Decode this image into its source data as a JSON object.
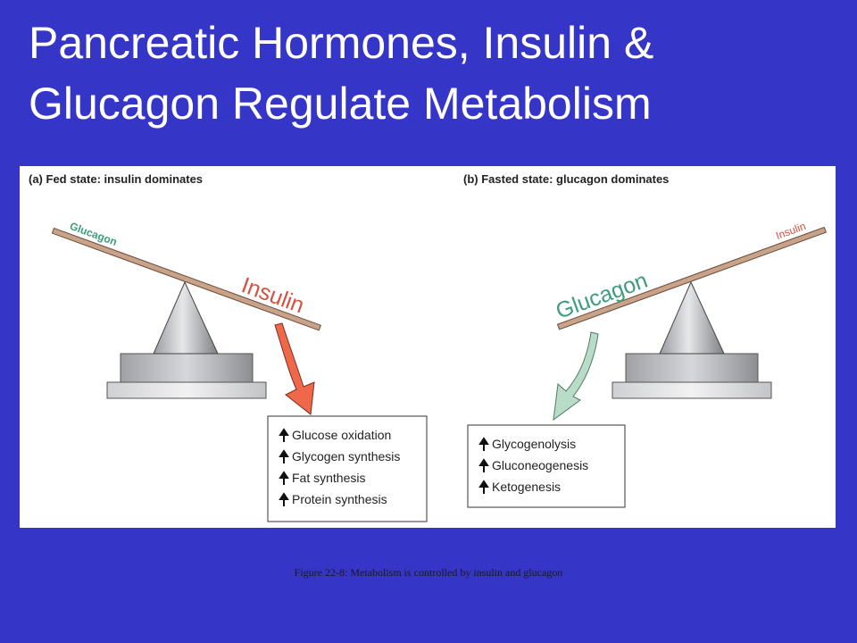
{
  "slide": {
    "title_line1": "Pancreatic Hormones, Insulin &",
    "title_line2": "Glucagon Regulate Metabolism",
    "caption": "Figure 22-8: Metabolism is controlled by insulin and glucagon"
  },
  "panel_fed": {
    "title": "(a) Fed state: insulin dominates",
    "light_label": "Glucagon",
    "heavy_label": "Insulin",
    "effects": [
      "Glucose oxidation",
      "Glycogen synthesis",
      "Fat synthesis",
      "Protein synthesis"
    ]
  },
  "panel_fasted": {
    "title": "(b) Fasted state: glucagon dominates",
    "light_label": "Insulin",
    "heavy_label": "Glucagon",
    "effects": [
      "Glycogenolysis",
      "Gluconeogenesis",
      "Ketogenesis"
    ]
  },
  "colors": {
    "background": "#3535c8",
    "insulin_red": "#d9503f",
    "glucagon_green": "#3c9c7c",
    "arrow_red": "#f0684a",
    "arrow_green": "#b9dcc8",
    "beam": "#c9a28a"
  }
}
